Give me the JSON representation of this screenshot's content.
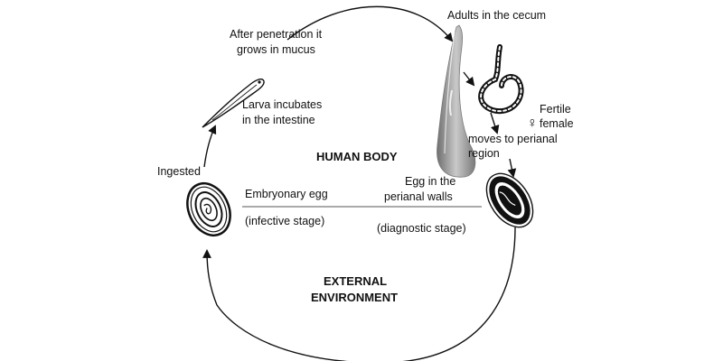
{
  "diagram": {
    "regions": {
      "human_body": "HUMAN BODY",
      "external_environment_line1": "EXTERNAL",
      "external_environment_line2": "ENVIRONMENT"
    },
    "stages": {
      "adults": "Adults in the cecum",
      "female_symbol": "♀",
      "fertile_female_line1": "Fertile",
      "fertile_female_line2": "female",
      "moves_line1": "moves to perianal",
      "moves_line2": "region",
      "perianal_egg_line1": "Egg in the",
      "perianal_egg_line2": "perianal walls",
      "diagnostic_stage": "(diagnostic stage)",
      "embryonary_egg": "Embryonary egg",
      "infective_stage": "(infective stage)",
      "ingested": "Ingested",
      "larva_line1": "Larva incubates",
      "larva_line2": "in the intestine",
      "penetration_line1": "After penetration it",
      "penetration_line2": "grows in  mucus"
    },
    "colors": {
      "ink": "#111111",
      "worm_gray": "#9a9a9a",
      "divider": "#555555"
    }
  }
}
